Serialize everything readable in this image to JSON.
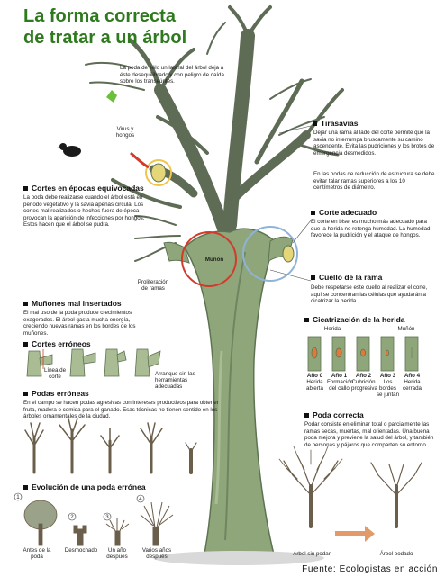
{
  "title": "La forma correcta de tratar a un árbol",
  "top_note": "La poda de sólo un lateral del árbol deja a éste desequilibrado y con peligro de caída sobre los transeúntes.",
  "virus_label": "Virus y hongos",
  "munon_label": "Muñón",
  "proliferacion_label": "Proliferación de ramas",
  "tirasavias": {
    "heading": "Tirasavias",
    "text": "Dejar una rama al lado del corte permite que la savia no interrumpa bruscamente su camino ascendente. Evita las pudriciones y los brotes de emergencia desmedidos.",
    "text2": "En las podas de reducción de estructura se debe evitar talar ramas superiores a los 10 centímetros de diámetro."
  },
  "cortes_epocas": {
    "heading": "Cortes en épocas equivocadas",
    "text": "La poda debe realizarse cuando el árbol está en periodo vegetativo y la savia apenas circula. Los cortes mal realizados o hechos fuera de época provocan la aparición de infecciones por hongos. Estos hacen que el árbol se pudra."
  },
  "corte_adecuado": {
    "heading": "Corte adecuado",
    "text": "El corte en bisel es mucho más adecuado para que la herida no retenga humedad. La humedad favorece la pudrición y el ataque de hongos."
  },
  "cuello_rama": {
    "heading": "Cuello de la rama",
    "text": "Debe respetarse este cuello al realizar el corte, aquí se concentran las células que ayudarán a cicatrizar la herida."
  },
  "munones": {
    "heading": "Muñones mal insertados",
    "text": "El mal uso de la poda produce crecimientos exagerados. El árbol gasta mucha energía, creciendo nuevas ramas en los bordes de los muñones."
  },
  "cortes_erroneos": {
    "heading": "Cortes erróneos",
    "linea_label": "Línea de corte",
    "arranque_label": "Arranque sin las herramientas adecuadas"
  },
  "cicatrizacion": {
    "heading": "Cicatrización de la herida",
    "herida_label": "Herida",
    "munon_label": "Muñón",
    "stages": [
      {
        "year": "Año 0",
        "desc": "Herida abierta"
      },
      {
        "year": "Año 1",
        "desc": "Formación del callo"
      },
      {
        "year": "Año 2",
        "desc": "Cubrición progresiva"
      },
      {
        "year": "Año 3",
        "desc": "Los bordes se juntan"
      },
      {
        "year": "Año 4",
        "desc": "Herida cerrada"
      }
    ]
  },
  "podas_erroneas": {
    "heading": "Podas erróneas",
    "text": "En el campo se hacen podas agresivas con intereses productivos para obtener fruta, madera o comida para el ganado. Esas técnicas no tienen sentido en los árboles ornamentales de la ciudad."
  },
  "poda_correcta": {
    "heading": "Poda correcta",
    "text": "Podar consiste en eliminar total o parcialmente las ramas secas, muertas, mal orientadas. Una buena poda mejora y previene la salud del árbol, y también de personas y pájaros que comparten su entorno.",
    "before_label": "Árbol sin podar",
    "after_label": "Árbol podado"
  },
  "evolucion": {
    "heading": "Evolución de una poda errónea",
    "steps": [
      {
        "num": "1",
        "label": "Antes de la poda"
      },
      {
        "num": "2",
        "label": "Desmochado"
      },
      {
        "num": "3",
        "label": "Un año después"
      },
      {
        "num": "4",
        "label": "Varios años después"
      }
    ]
  },
  "source": "Fuente: Ecologistas en acción",
  "colors": {
    "title": "#2f7a1e",
    "trunk": "#8fa67a",
    "trunk_dark": "#5e7352",
    "red_circle": "#d23a2a",
    "blue_circle": "#8fb3d8"
  }
}
